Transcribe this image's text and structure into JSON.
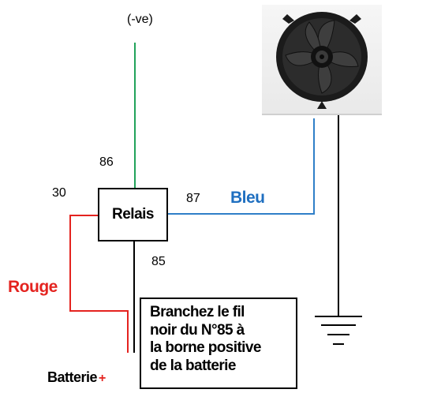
{
  "diagram": {
    "ground_label": "(-ve)",
    "relay_label": "Relais",
    "pins": {
      "p86": "86",
      "p30": "30",
      "p87": "87",
      "p85": "85"
    },
    "wires": {
      "blue_label": "Bleu",
      "red_label": "Rouge"
    },
    "note": {
      "line1": "Branchez le fil",
      "line2": "noir du N°85 à",
      "line3": "la borne positive",
      "line4": "de la batterie"
    },
    "battery": {
      "label": "Batterie",
      "plus": "+"
    },
    "colors": {
      "green_wire": "#22a35a",
      "blue_wire": "#2f7fc8",
      "red_wire": "#e4231f",
      "black_wire": "#000000"
    },
    "fan_image": "cooling-fan"
  }
}
